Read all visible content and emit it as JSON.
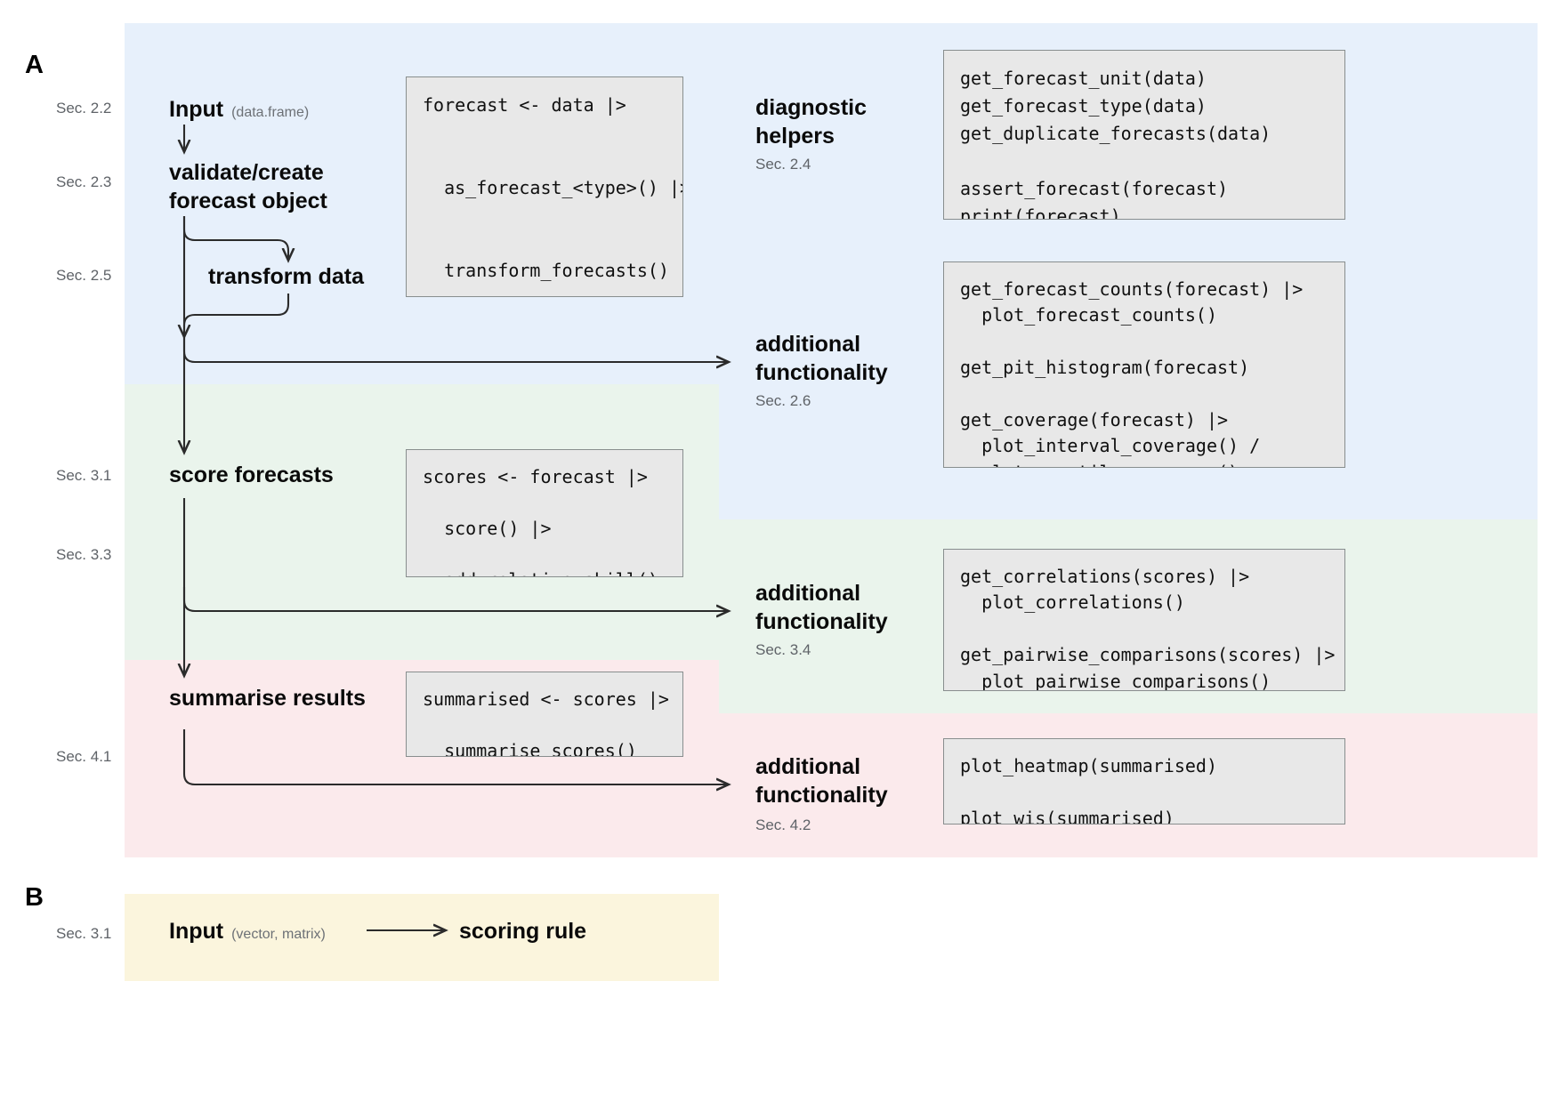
{
  "panels": {
    "a_letter": "A",
    "b_letter": "B"
  },
  "sections": {
    "s22": "Sec. 2.2",
    "s23": "Sec. 2.3",
    "s25": "Sec. 2.5",
    "s31": "Sec. 3.1",
    "s33": "Sec. 3.3",
    "s41": "Sec. 4.1",
    "s24": "Sec. 2.4",
    "s26": "Sec. 2.6",
    "s34": "Sec. 3.4",
    "s42": "Sec. 4.2",
    "s31b": "Sec. 3.1"
  },
  "flow": {
    "input_label": "Input",
    "input_sub": "(data.frame)",
    "validate_line1": "validate/create",
    "validate_line2": "forecast object",
    "transform": "transform data",
    "score": "score forecasts",
    "summarise": "summarise results"
  },
  "right_headings": {
    "diagnostic_line1": "diagnostic",
    "diagnostic_line2": "helpers",
    "additional_line1": "additional",
    "additional_line2": "functionality"
  },
  "code": {
    "pipeline_main": [
      "forecast <- data |>",
      "",
      "",
      "  as_forecast_<type>() |>",
      "",
      "",
      "  transform_forecasts()"
    ],
    "diagnostics": [
      "get_forecast_unit(data)",
      "get_forecast_type(data)",
      "get_duplicate_forecasts(data)",
      "",
      "assert_forecast(forecast)",
      "print(forecast)"
    ],
    "forecast_extras": [
      "get_forecast_counts(forecast) |>",
      "  plot_forecast_counts()",
      "",
      "get_pit_histogram(forecast)",
      "",
      "get_coverage(forecast) |>",
      "  plot_interval_coverage() /",
      "  plot_quantile_coverage()"
    ],
    "scoring": [
      "scores <- forecast |>",
      "",
      "  score() |>",
      "",
      "  add_relative_skill()"
    ],
    "score_extras": [
      "get_correlations(scores) |>",
      "  plot_correlations()",
      "",
      "get_pairwise_comparisons(scores) |>",
      "  plot_pairwise_comparisons()"
    ],
    "summarise": [
      "summarised <- scores |>",
      "",
      "  summarise_scores()"
    ],
    "summarise_extras": [
      "plot_heatmap(summarised)",
      "",
      "plot_wis(summarised)"
    ]
  },
  "panel_b": {
    "input_label": "Input",
    "input_sub": "(vector, matrix)",
    "scoring_rule": "scoring rule"
  },
  "colors": {
    "blue": "#e7f0fb",
    "green": "#eaf4ec",
    "pink": "#fbeaec",
    "cream": "#fbf5dd",
    "codebox_bg": "#e8e8e8",
    "codebox_border": "#888e8e",
    "section_text": "#5f6368",
    "arrow": "#2b2b2b"
  }
}
